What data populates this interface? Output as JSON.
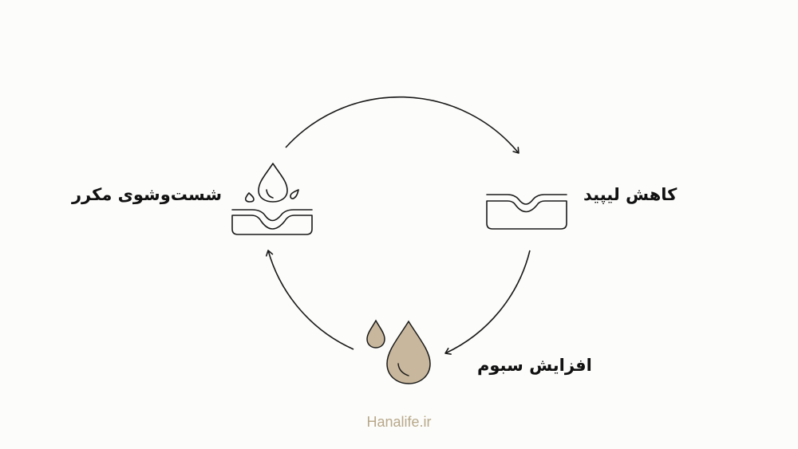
{
  "steps": {
    "wash_label": "شست‌وشوی مکرر",
    "lipid_label": "کاهش لیپید",
    "sebum_label": "افزایش سبوم"
  },
  "watermark": "Hanalife.ir",
  "icons": {
    "wash": "skin-splash-icon",
    "lipid": "skin-layer-icon",
    "sebum": "oil-drops-icon"
  },
  "colors": {
    "line": "#1a1a1a",
    "oil_fill": "#c8b79c",
    "watermark": "#b8a88a"
  }
}
